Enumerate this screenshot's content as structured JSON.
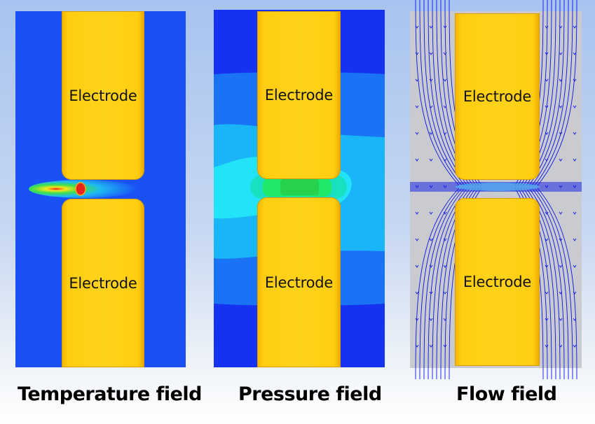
{
  "panels": [
    {
      "id": "temperature",
      "caption": "Temperature field",
      "electrode_top_label": "Electrode",
      "electrode_bottom_label": "Electrode",
      "colors": {
        "background": "#1a51f5",
        "hot": "#e8231c",
        "warm": "#f7e61c",
        "mid": "#3fe04a",
        "cool": "#1fb9f2"
      }
    },
    {
      "id": "pressure",
      "caption": "Pressure field",
      "electrode_top_label": "Electrode",
      "electrode_bottom_label": "Electrode",
      "colors": {
        "outer": "#1432f0",
        "band2": "#1a72f5",
        "band3": "#19b5f7",
        "band4": "#22e3f7",
        "center": "#1fe86a"
      }
    },
    {
      "id": "flow",
      "caption": "Flow field",
      "electrode_top_label": "Electrode",
      "electrode_bottom_label": "Electrode",
      "colors": {
        "background": "#c9cbd0",
        "arrows": "#0a14e6"
      }
    }
  ],
  "colors": {
    "electrode": "#ffce12"
  }
}
